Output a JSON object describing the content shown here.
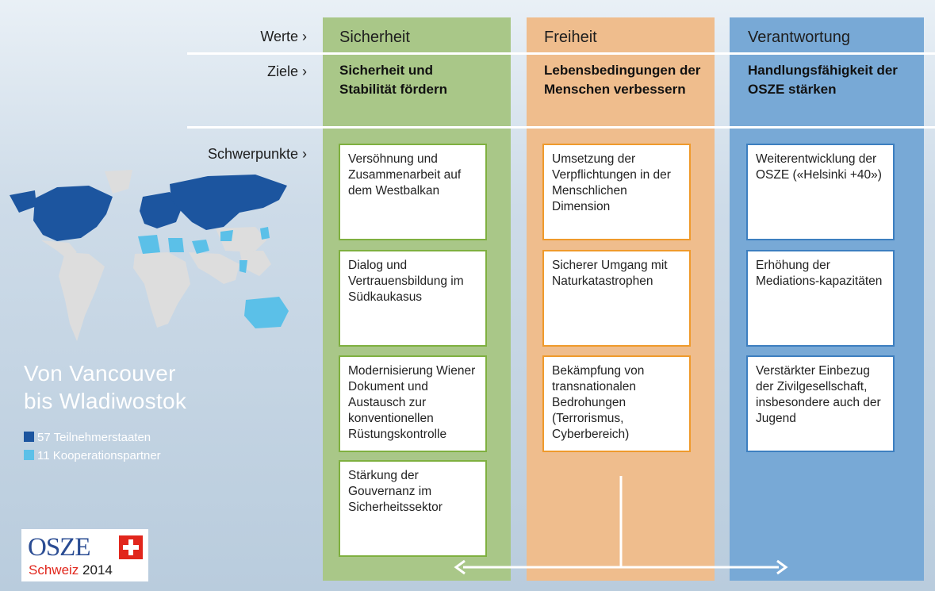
{
  "row_labels": {
    "values": "Werte ›",
    "goals": "Ziele ›",
    "focus": "Schwerpunkte ›"
  },
  "columns": [
    {
      "value": "Sicherheit",
      "goal": "Sicherheit und Stabilität fördern",
      "color": "#a9c788",
      "border": "#7fb040",
      "items": [
        "Versöhnung und Zusammenarbeit auf dem Westbalkan",
        "Dialog und Vertrauensbildung im Südkaukasus",
        "Modernisierung Wiener Dokument und Austausch zur konventionellen Rüstungskontrolle",
        "Stärkung der Gouvernanz im Sicherheitssektor"
      ]
    },
    {
      "value": "Freiheit",
      "goal": "Lebensbedingungen der Menschen verbessern",
      "color": "#efbd8d",
      "border": "#ef9a2c",
      "items": [
        "Umsetzung der Verpflichtungen in der Menschlichen Dimension",
        "Sicherer Umgang mit Naturkatastrophen",
        "Bekämpfung von transnationalen Bedrohungen (Terrorismus, Cyberbereich)"
      ]
    },
    {
      "value": "Verantwortung",
      "goal": "Handlungsfähigkeit der OSZE stärken",
      "color": "#78a9d6",
      "border": "#3d7fc0",
      "items": [
        "Weiterentwicklung der OSZE («Helsinki +40»)",
        "Erhöhung der Mediations-kapazitäten",
        "Verstärkter Einbezug der Zivilgesellschaft, insbesondere auch der Jugend"
      ]
    }
  ],
  "map": {
    "title_line1": "Von Vancouver",
    "title_line2": "bis Wladiwostok",
    "legend": [
      {
        "label": "57 Teilnehmerstaaten",
        "color": "#1c559f"
      },
      {
        "label": "11 Kooperationspartner",
        "color": "#5bc0e8"
      }
    ]
  },
  "logo": {
    "word": "OSZE",
    "country": "Schweiz",
    "year": "2014"
  }
}
